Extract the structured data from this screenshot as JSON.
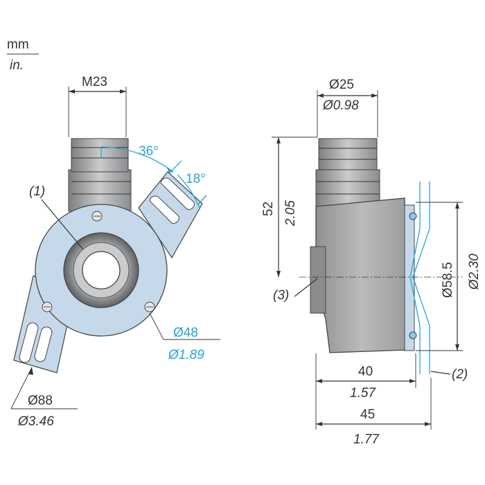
{
  "units": {
    "metric": "mm",
    "imperial": "in."
  },
  "front_view": {
    "thread_label": "M23",
    "angle_large": "36°",
    "angle_small": "18°",
    "callout_1": "(1)",
    "flange_metric": "Ø48",
    "flange_imperial": "Ø1.89",
    "overall_metric": "Ø88",
    "overall_imperial": "Ø3.46"
  },
  "side_view": {
    "connector_metric": "Ø25",
    "connector_imperial": "Ø0.98",
    "height_metric": "52",
    "height_imperial": "2.05",
    "body_metric": "Ø58.5",
    "body_imperial": "Ø2.30",
    "depth_metric": "40",
    "depth_imperial": "1.57",
    "total_metric": "45",
    "total_imperial": "1.77",
    "callout_2": "(2)",
    "callout_3": "(3)"
  },
  "colors": {
    "accent": "#29a3d8",
    "line": "#333333",
    "body_fill": "#a9abad",
    "flange_fill": "#c5d9ea"
  }
}
